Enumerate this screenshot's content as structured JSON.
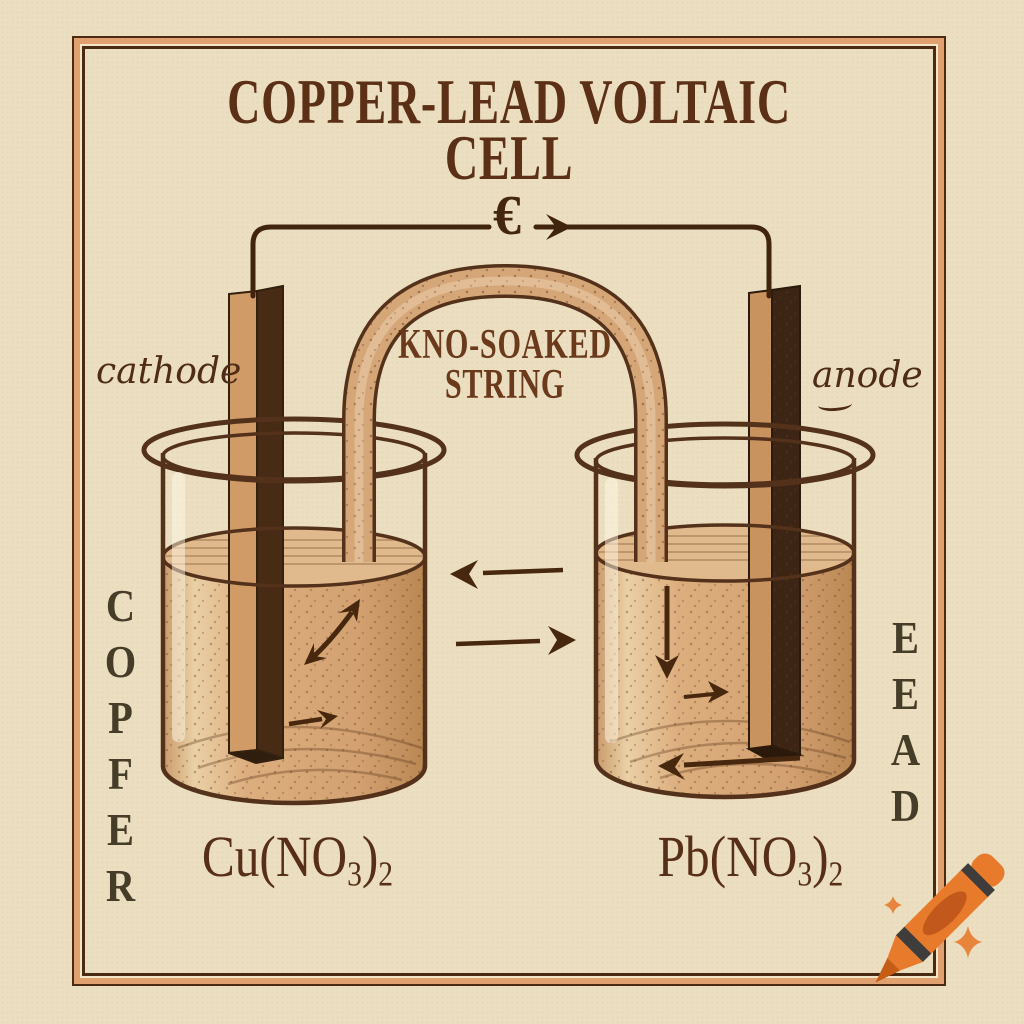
{
  "title": {
    "line1": "COPPER-LEAD VOLTAIC",
    "line2": "CELL"
  },
  "circuit": {
    "electron_symbol": "€"
  },
  "salt_bridge": {
    "label_line1": "KNO-SOAKED",
    "label_line2": "STRING"
  },
  "electrodes": {
    "left": "cathode",
    "right": "anode"
  },
  "materials": {
    "left_vertical": "COPFER",
    "right_vertical": "EEAD"
  },
  "solutions": {
    "left": {
      "base": "Cu(NO",
      "sub_a": "3",
      "paren": ")",
      "sub_b": "2"
    },
    "right": {
      "base": "Pb(NO",
      "sub_a": "3",
      "paren": ")",
      "sub_b": "2"
    }
  },
  "branding": {
    "generator_logo": "craiyon-crayon"
  },
  "colors": {
    "background": "#ecdfc1",
    "ink": "#47280f",
    "frame_band": "#e0a070",
    "solution": "#d5a577",
    "electrode_dark": "#482b15",
    "electrode_light": "#d09b67",
    "crayon_orange": "#e87a2c"
  }
}
